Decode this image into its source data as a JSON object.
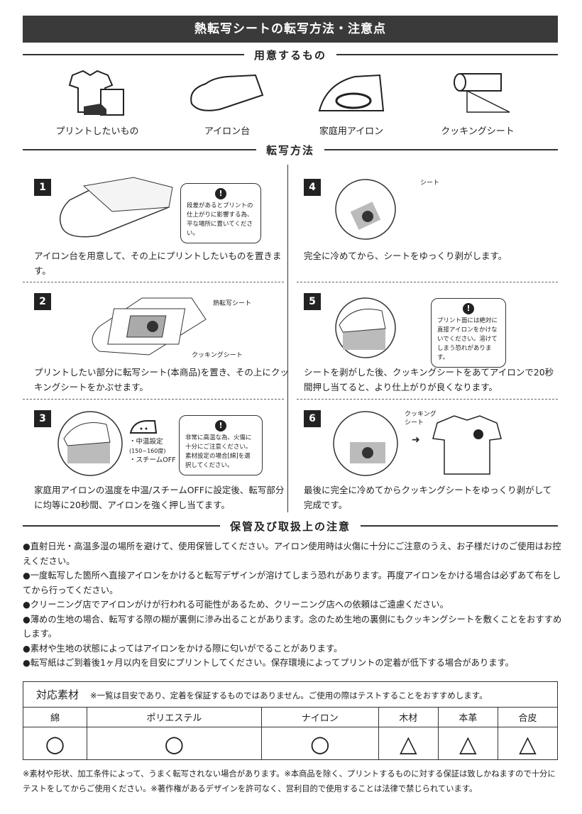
{
  "title": "熱転写シートの転写方法・注意点",
  "sections": {
    "prepare": "用意するもの",
    "method": "転写方法",
    "caution": "保管及び取扱上の注意"
  },
  "items": [
    "プリントしたいもの",
    "アイロン台",
    "家庭用アイロン",
    "クッキングシート"
  ],
  "steps": [
    {
      "num": "1",
      "caption": "アイロン台を用意して、その上にプリントしたいものを置きます。",
      "callout": "段差があるとプリントの仕上がりに影響する為、平な場所に置いてください。"
    },
    {
      "num": "2",
      "caption": "プリントしたい部分に転写シート(本商品)を置き、その上にクッキングシートをかぶせます。",
      "label_a": "熱転写シート",
      "label_b": "クッキングシート"
    },
    {
      "num": "3",
      "caption": "家庭用アイロンの温度を中温/スチームOFFに設定後、転写部分に均等に20秒間、アイロンを強く押し当てます。",
      "setting_1": "・中温設定",
      "setting_2": "(150~160度)",
      "setting_3": "・スチームOFF",
      "callout": "非常に高温な為、火傷に十分にご注意ください。素材設定の場合[綿]を選択してください。"
    },
    {
      "num": "4",
      "caption": "完全に冷めてから、シートをゆっくり剥がします。",
      "label_a": "シート"
    },
    {
      "num": "5",
      "caption": "シートを剥がした後、クッキングシートをあてアイロンで20秒間押し当てると、より仕上がりが良くなります。",
      "callout": "プリント面には絶対に直接アイロンをかけないでください。溶けてしまう恐れがあります。"
    },
    {
      "num": "6",
      "caption": "最後に完全に冷めてからクッキングシートをゆっくり剥がして完成です。",
      "label_a": "クッキング",
      "label_b": "シート"
    }
  ],
  "notes": [
    "●直射日光・高温多湿の場所を避けて、使用保管してください。アイロン使用時は火傷に十分にご注意のうえ、お子様だけのご使用はお控えください。",
    "●一度転写した箇所へ直接アイロンをかけると転写デザインが溶けてしまう恐れがあります。再度アイロンをかける場合は必ずあて布をしてから行ってください。",
    "●クリーニング店でアイロンがけが行われる可能性があるため、クリーニング店への依頼はご遠慮ください。",
    "●薄めの生地の場合、転写する際の糊が裏側に滲み出ることがあります。念のため生地の裏側にもクッキングシートを敷くことをおすすめします。",
    "●素材や生地の状態によってはアイロンをかける際に匂いがでることがあります。",
    "●転写紙はご到着後1ヶ月以内を目安にプリントしてください。保存環境によってプリントの定着が低下する場合があります。"
  ],
  "materials": {
    "title": "対応素材",
    "note": "※一覧は目安であり、定着を保証するものではありません。ご使用の際はテストすることをおすすめします。",
    "columns": [
      {
        "name": "綿",
        "mark": "○"
      },
      {
        "name": "ポリエステル",
        "mark": "○"
      },
      {
        "name": "ナイロン",
        "mark": "○"
      },
      {
        "name": "木材",
        "mark": "△"
      },
      {
        "name": "本革",
        "mark": "△"
      },
      {
        "name": "合皮",
        "mark": "△"
      }
    ]
  },
  "footnote": "※素材や形状、加工条件によって、うまく転写されない場合があります。※本商品を除く、プリントするものに対する保証は致しかねますので十分にテストをしてからご使用ください。※著作権があるデザインを許可なく、営利目的で使用することは法律で禁じられています。"
}
